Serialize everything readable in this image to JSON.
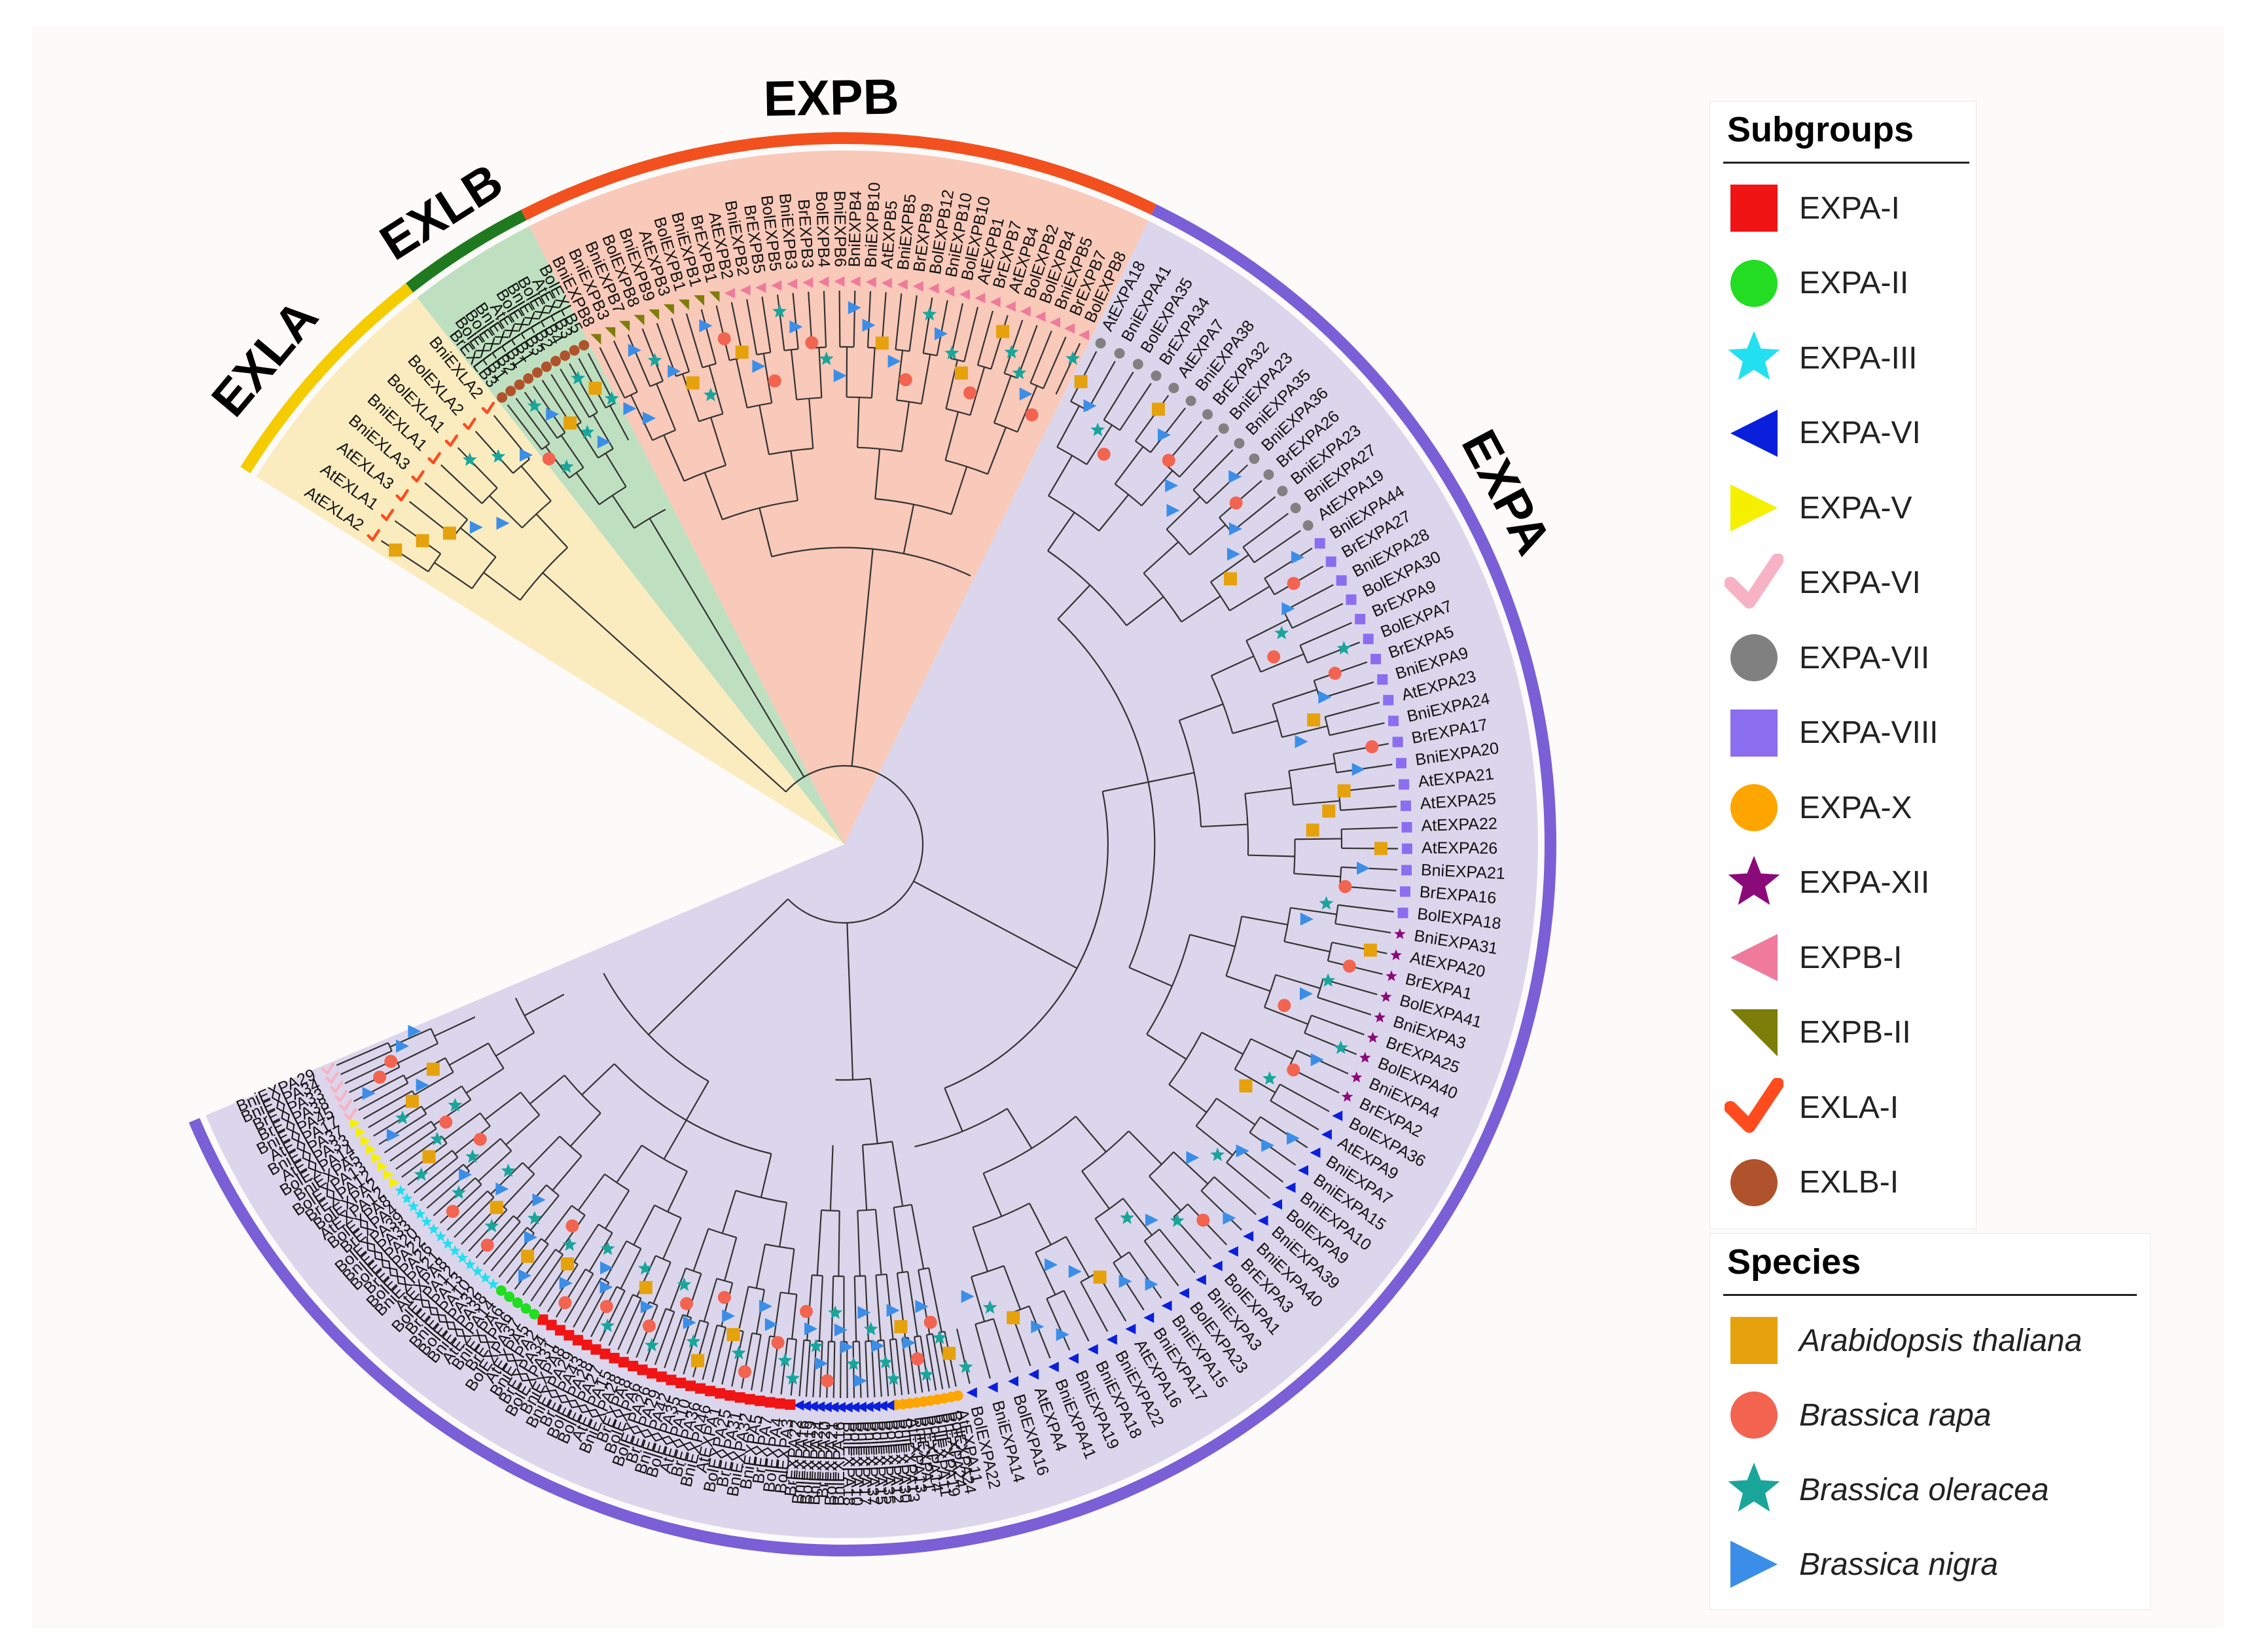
{
  "clades": [
    {
      "label": "EXPA",
      "color": "#7a5fd6"
    },
    {
      "label": "EXPB",
      "color": "#f2501e"
    },
    {
      "label": "EXLB",
      "color": "#1f7a1f"
    },
    {
      "label": "EXLA",
      "color": "#f5cc00"
    }
  ],
  "clade_shading": {
    "EXPA": "#dcd6ec",
    "EXPB": "#f9c9b9",
    "EXLB": "#bfe0c0",
    "EXLA": "#fbecc0"
  },
  "subgroups": [
    {
      "label": "EXPA-I",
      "shape": "square",
      "color": "#f01414"
    },
    {
      "label": "EXPA-II",
      "shape": "circle",
      "color": "#22dd22"
    },
    {
      "label": "EXPA-III",
      "shape": "star",
      "color": "#22e0f0"
    },
    {
      "label": "EXPA-VI",
      "shape": "triangle-left",
      "color": "#0a1fdc"
    },
    {
      "label": "EXPA-V",
      "shape": "triangle-right",
      "color": "#f5f000"
    },
    {
      "label": "EXPA-VI",
      "shape": "check",
      "color": "#f7b3c3"
    },
    {
      "label": "EXPA-VII",
      "shape": "circle",
      "color": "#808080"
    },
    {
      "label": "EXPA-VIII",
      "shape": "square",
      "color": "#8b6ef0"
    },
    {
      "label": "EXPA-X",
      "shape": "circle",
      "color": "#ffa500"
    },
    {
      "label": "EXPA-XII",
      "shape": "star",
      "color": "#8b0a7a"
    },
    {
      "label": "EXPB-I",
      "shape": "triangle-left",
      "color": "#ef7a9c"
    },
    {
      "label": "EXPB-II",
      "shape": "triangle-down-right",
      "color": "#7d7d0a"
    },
    {
      "label": "EXLA-I",
      "shape": "check",
      "color": "#ff4b1e"
    },
    {
      "label": "EXLB-I",
      "shape": "circle",
      "color": "#b0522b"
    }
  ],
  "species": [
    {
      "label": "Arabidopsis thaliana",
      "shape": "square",
      "color": "#e5a20d"
    },
    {
      "label": "Brassica rapa",
      "shape": "circle",
      "color": "#f26450"
    },
    {
      "label": "Brassica oleracea",
      "shape": "star",
      "color": "#1aa59b"
    },
    {
      "label": "Brassica nigra",
      "shape": "triangle-right",
      "color": "#3b8ee8"
    }
  ],
  "legend": {
    "subgroups_title": "Subgroups",
    "species_title": "Species"
  },
  "tree": {
    "EXLA": [
      "AtEXLA2",
      "AtEXLA1",
      "AtEXLA3",
      "BniEXLA3",
      "BniEXLA1",
      "BolEXLA1",
      "BolEXLA2",
      "BniEXLA2"
    ],
    "EXLB": [
      "BrEXLB3",
      "BolEXLB1",
      "BolEXLB2",
      "BniEXLB1",
      "AtEXLB1",
      "BolEXLB3",
      "BniEXLB2",
      "BolEXLB4",
      "AtEXLB3",
      "BolEXLB5"
    ],
    "EXPB": [
      "BniEXPB8",
      "BniEXPB3",
      "BniEXPB7",
      "BolEXPB8",
      "BniEXPB9",
      "AtEXPB3",
      "BolEXPB1",
      "BniEXPB1",
      "BrEXPB1",
      "AtEXPB2",
      "BniEXPB2",
      "BrEXPB5",
      "BolEXPB5",
      "BniEXPB3",
      "BrEXPB3",
      "BolEXPB4",
      "BniEXPB6",
      "BniEXPB4",
      "BniEXPB10",
      "AtEXPB5",
      "BniEXPB5",
      "BrEXPB9",
      "BolEXPB12",
      "BniEXPB10",
      "BolEXPB10",
      "AtEXPB1",
      "BrEXPB7",
      "AtEXPB4",
      "BolEXPB2",
      "BolEXPB4",
      "BniEXPB5",
      "BrEXPB7",
      "BolEXPB8"
    ],
    "EXPA_right": [
      "AtEXPA18",
      "BniEXPA41",
      "BolEXPA35",
      "BrEXPA34",
      "AtEXPA7",
      "BniEXPA38",
      "BrEXPA32",
      "BniEXPA23",
      "BniEXPA35",
      "BniEXPA36",
      "BrEXPA26",
      "BniEXPA23",
      "BniEXPA27",
      "AtEXPA19",
      "BniEXPA44",
      "BrEXPA27",
      "BniEXPA28",
      "BolEXPA30",
      "BrEXPA9",
      "BolEXPA7",
      "BrEXPA5",
      "BniEXPA9",
      "AtEXPA23",
      "BniEXPA24",
      "BrEXPA17",
      "BniEXPA20",
      "AtEXPA21",
      "AtEXPA25",
      "AtEXPA22",
      "AtEXPA26",
      "BniEXPA21",
      "BrEXPA16",
      "BolEXPA18",
      "BniEXPA31",
      "AtEXPA20",
      "BrEXPA1",
      "BolEXPA41",
      "BniEXPA3",
      "BrEXPA25",
      "BolEXPA40",
      "BniEXPA4",
      "BrEXPA2",
      "BolEXPA36",
      "AtEXPA9",
      "BniEXPA7",
      "BniEXPA15",
      "BniEXPA10",
      "BolEXPA9",
      "BniEXPA39",
      "BniEXPA40",
      "BrEXPA3",
      "BolEXPA1",
      "BniEXPA3",
      "BolEXPA23",
      "BniEXPA15",
      "BniEXPA17",
      "AtEXPA16",
      "BniEXPA22",
      "BniEXPA18",
      "BniEXPA19",
      "BniEXPA41",
      "AtEXPA4",
      "BolEXPA16",
      "BniEXPA14",
      "BolEXPA22"
    ],
    "EXPA_bottom": [
      "AtEXPA11",
      "BolEXPA24",
      "BrEXPA24",
      "BniEXPA19",
      "BolEXPA11",
      "BrEXPA14",
      "BniEXPA1",
      "AtEXPA13",
      "BniEXPA13",
      "BolEXPA30",
      "BolEXPA12",
      "BniEXPA35",
      "BolEXPA15",
      "BniEXPA37",
      "BniEXPA17",
      "BolEXPA10",
      "BniEXPA18",
      "BniEXPA16",
      "BolEXPA21",
      "BrEXPA20",
      "BniEXPA24",
      "BolEXPA19",
      "BniEXPA16",
      "BrEXPA22"
    ],
    "EXPA_left": [
      "BolEXPA3",
      "BolEXPA4",
      "BrEXPA7",
      "BniEXPA5",
      "BniEXPA32",
      "BrEXPA31",
      "BolEXPA25",
      "AtEXPA1",
      "BniEXPA46",
      "BrEXPA36",
      "AtEXPA10",
      "BolEXPA35",
      "BniEXPA42",
      "BrEXPA29",
      "BolEXPA26",
      "BolEXPA6",
      "BrEXPA8",
      "BniEXPA28",
      "AtEXPA15",
      "BolEXPA27",
      "BolEXPA28",
      "BrEXPA43",
      "BniEXPA29",
      "BniEXPA8",
      "BolEXPA31",
      "BrEXPA34",
      "BniEXPA2",
      "AtEXPA5",
      "BolEXPA37",
      "BrEXPA6",
      "BniEXPA6",
      "AtEXPA14",
      "BniEXPA38",
      "BolEXPA32",
      "BniEXPA10",
      "BrEXPA13",
      "BolEXPA12",
      "AtEXPA8",
      "BniEXPA21",
      "BolEXPA26",
      "BrEXPA22",
      "BolEXPA20",
      "BniEXPA33",
      "BolEXPA39",
      "BrEXPA4",
      "BolEXPA8",
      "AtEXPA12",
      "BolEXPA2",
      "BrEXPA12",
      "BolEXPA13",
      "BniEXPA5",
      "BolEXPA14",
      "AtEXPA33",
      "BniEXPA37",
      "AtEXPA17",
      "BniEXPA45",
      "BrEXPA38",
      "BrEXPA33",
      "BniEXPA34",
      "BniEXPA29"
    ]
  }
}
